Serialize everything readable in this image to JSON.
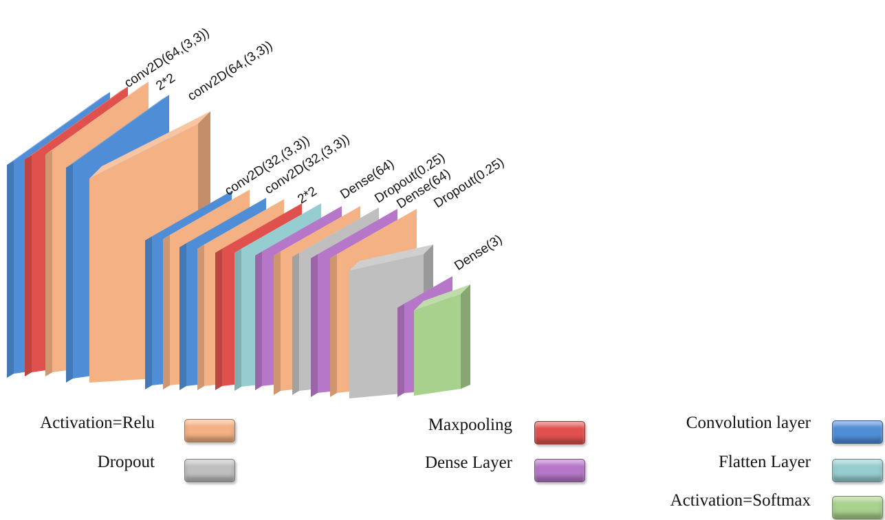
{
  "colors": {
    "relu": "#F4B183",
    "dropout": "#BFBFBF",
    "maxpool": "#E0514E",
    "dense": "#B777C8",
    "conv": "#4F8ED6",
    "flatten": "#96CDD0",
    "softmax": "#A9D18E"
  },
  "layers": [
    {
      "type": "conv"
    },
    {
      "type": "maxpool"
    },
    {
      "type": "relu"
    },
    {
      "type": "conv"
    },
    {
      "type": "relu"
    },
    {
      "type": "conv"
    },
    {
      "type": "relu"
    },
    {
      "type": "conv"
    },
    {
      "type": "relu"
    },
    {
      "type": "maxpool"
    },
    {
      "type": "flatten"
    },
    {
      "type": "dense"
    },
    {
      "type": "relu"
    },
    {
      "type": "dropout"
    },
    {
      "type": "dense"
    },
    {
      "type": "relu"
    },
    {
      "type": "dropout"
    },
    {
      "type": "dense"
    },
    {
      "type": "softmax"
    }
  ],
  "labels": [
    "conv2D(64,(3,3))",
    "2*2",
    "conv2D(64,(3,3))",
    "conv2D(32,(3,3))",
    "conv2D(32,(3,3))",
    "2*2",
    "Dense(64)",
    "Dropout(0.25)",
    "Dense(64)",
    "Dropout(0.25)",
    "Dense(3)"
  ],
  "legend": [
    {
      "label": "Activation=Relu",
      "type": "relu"
    },
    {
      "label": "Dropout",
      "type": "dropout"
    },
    {
      "label": "Maxpooling",
      "type": "maxpool"
    },
    {
      "label": "Dense Layer",
      "type": "dense"
    },
    {
      "label": "Convolution layer",
      "type": "conv"
    },
    {
      "label": "Flatten Layer",
      "type": "flatten"
    },
    {
      "label": "Activation=Softmax",
      "type": "softmax"
    }
  ]
}
